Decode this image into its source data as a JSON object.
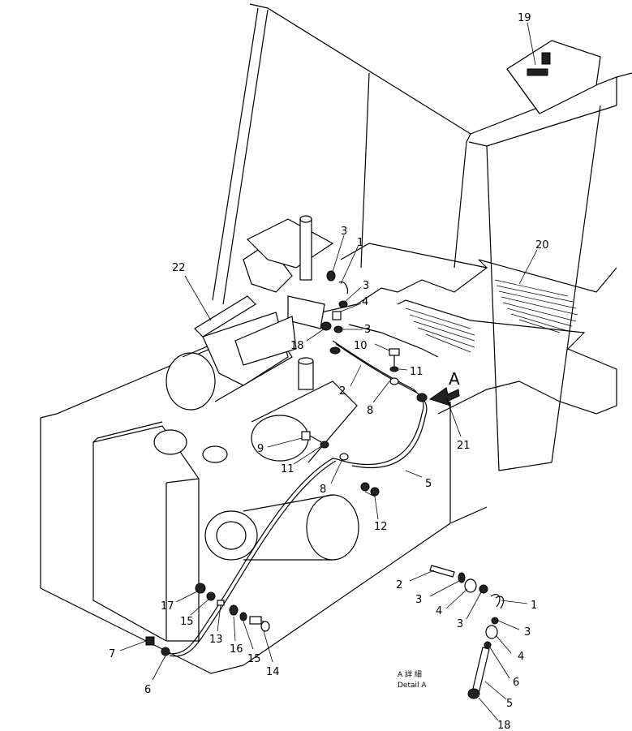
{
  "detail": {
    "letter": "A",
    "caption_jp": "A 詳 細",
    "caption_en": "Detail A"
  },
  "callouts_main": [
    "19",
    "20",
    "22",
    "3",
    "1",
    "3",
    "4",
    "3",
    "18",
    "10",
    "11",
    "2",
    "8",
    "21",
    "9",
    "11",
    "8",
    "5",
    "12",
    "17",
    "15",
    "13",
    "16",
    "15",
    "14",
    "7",
    "6"
  ],
  "callouts_detail": [
    "2",
    "3",
    "4",
    "3",
    "1",
    "3",
    "4",
    "6",
    "5",
    "18"
  ]
}
